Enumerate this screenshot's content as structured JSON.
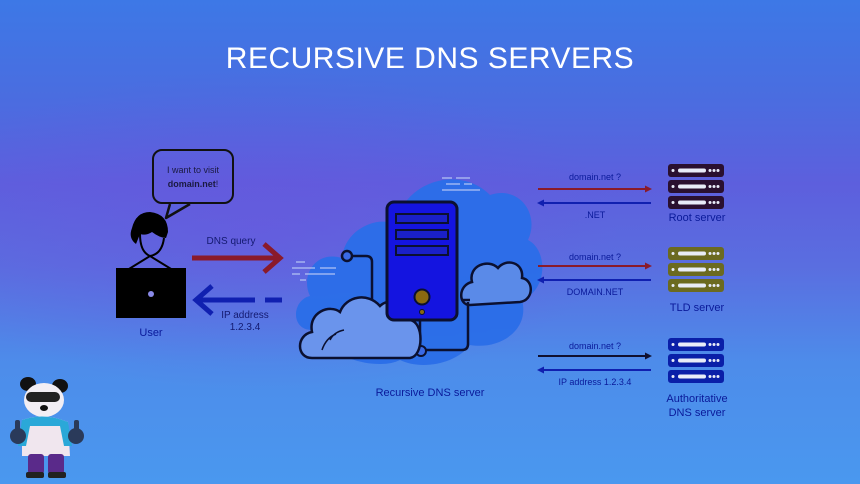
{
  "title": "RECURSIVE DNS SERVERS",
  "user": {
    "speech_line1": "I want to visit",
    "speech_line2": "domain.net",
    "speech_suffix": "!",
    "label": "User"
  },
  "user_link": {
    "query_label": "DNS query",
    "response_line1": "IP address",
    "response_line2": "1.2.3.4"
  },
  "recursive": {
    "label": "Recursive DNS server"
  },
  "servers": [
    {
      "name": "Root server",
      "query": "domain.net ?",
      "response": ".NET",
      "color": "#2a1030"
    },
    {
      "name": "TLD server",
      "query": "domain.net ?",
      "response": "DOMAIN.NET",
      "color": "#6b6a20"
    },
    {
      "name_line1": "Authoritative",
      "name_line2": "DNS server",
      "query": "domain.net ?",
      "response": "IP address 1.2.3.4",
      "color": "#0a1fa8"
    }
  ],
  "colors": {
    "query_arrow": "#8a1a2a",
    "response_arrow": "#1020b0",
    "server_body": "#1018d8",
    "label_text": "#0a1a9a"
  }
}
